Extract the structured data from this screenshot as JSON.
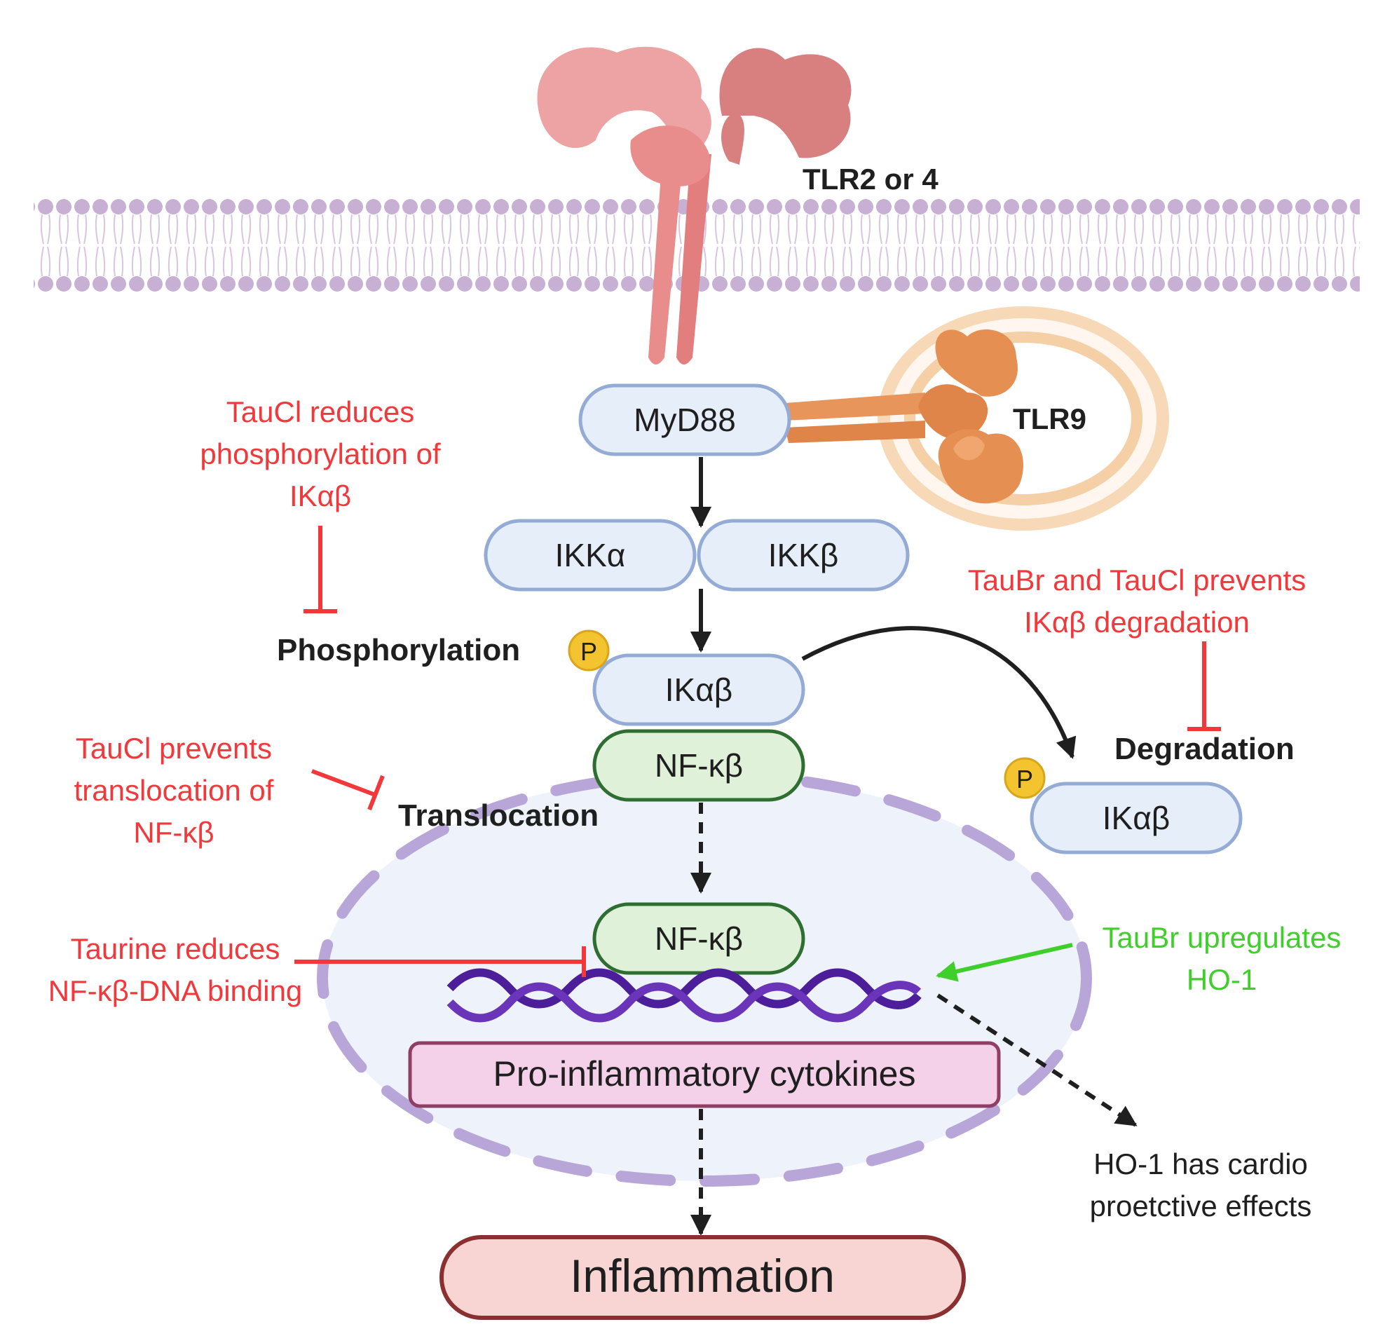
{
  "receptors": {
    "surface_label": "TLR2 or 4",
    "endosomal_label": "TLR9"
  },
  "nodes": {
    "myd88": "MyD88",
    "ikk_alpha": "IKKα",
    "ikk_beta": "IKKβ",
    "ikab_bound": "IKαβ",
    "nfkb_cyto": "NF-κβ",
    "nfkb_nucleus": "NF-κβ",
    "ikab_degraded": "IKαβ",
    "cytokines": "Pro-inflammatory cytokines",
    "inflammation": "Inflammation",
    "phospho_badge_1": "P",
    "phospho_badge_2": "P"
  },
  "process_labels": {
    "phosphorylation": "Phosphorylation",
    "translocation": "Translocation",
    "degradation": "Degradation"
  },
  "annotations": {
    "taucl_phospho": [
      "TauCl reduces",
      "phosphorylation of",
      "IKαβ"
    ],
    "taucl_translocation": [
      "TauCl prevents",
      "translocation of",
      "NF-κβ"
    ],
    "taurine_binding": [
      "Taurine reduces",
      "NF-κβ-DNA binding"
    ],
    "taubr_taucl_degradation": [
      "TauBr and TauCl prevents",
      "IKαβ degradation"
    ],
    "taubr_ho1": [
      "TauBr upregulates",
      "HO-1"
    ],
    "ho1_effect": [
      "HO-1 has cardio",
      "proetctive effects"
    ]
  },
  "colors": {
    "inhibition_red": "#f2383b",
    "activation_green": "#3fcf2a",
    "node_blue_fill": "#e5eef9",
    "node_blue_stroke": "#94acd5",
    "node_green_fill": "#e0f1da",
    "node_green_stroke": "#2f6e31",
    "cytokine_fill": "#f4d1e8",
    "cytokine_stroke": "#8e3f63",
    "inflammation_fill": "#f8d4d2",
    "inflammation_stroke": "#8b3030",
    "membrane_purple": "#c5aed1",
    "receptor_pink": "#e99595",
    "tlr9_orange": "#e68f52",
    "badge_yellow": "#f4c430",
    "dna_purple": "#4d1e9a"
  }
}
